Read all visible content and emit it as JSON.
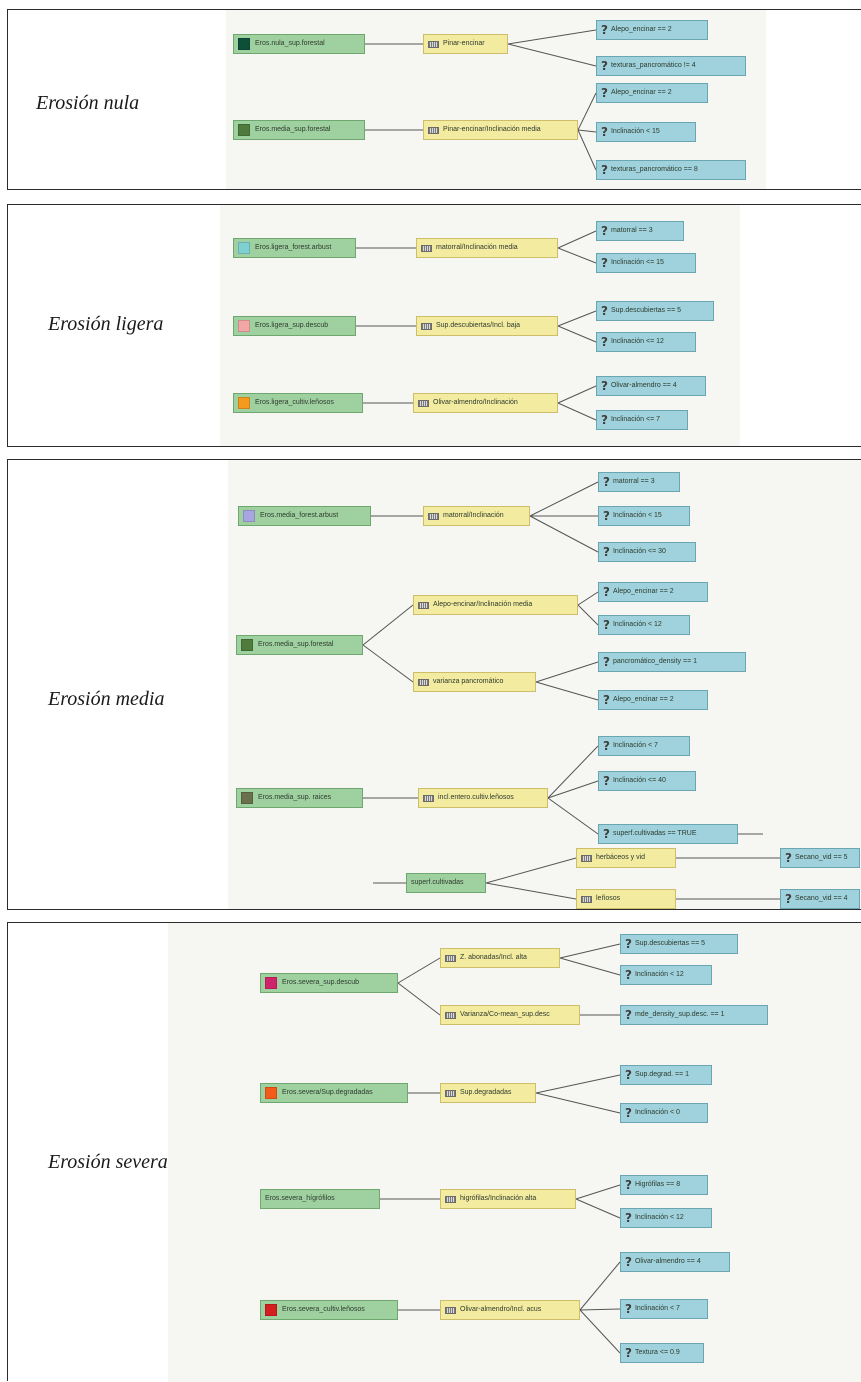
{
  "sections": [
    {
      "label": "Erosión nula",
      "nodes": [
        {
          "type": "class",
          "text": "Eros.nula_sup.forestal",
          "swatch": "#0e4f3a"
        },
        {
          "type": "rule",
          "text": "Pinar-encinar"
        },
        {
          "type": "cond",
          "text": "Alepo_encinar == 2"
        },
        {
          "type": "cond",
          "text": "texturas_pancromático != 4"
        },
        {
          "type": "class",
          "text": "Eros.media_sup.forestal",
          "swatch": "#4f7c3d"
        },
        {
          "type": "rule",
          "text": "Pinar-encinar/Inclinación media"
        },
        {
          "type": "cond",
          "text": "Alepo_encinar == 2"
        },
        {
          "type": "cond",
          "text": "Inclinación < 15"
        },
        {
          "type": "cond",
          "text": "texturas_pancromático == 8"
        }
      ]
    },
    {
      "label": "Erosión ligera",
      "nodes": [
        {
          "type": "class",
          "text": "Eros.ligera_forest.arbust",
          "swatch": "#7fd0d0"
        },
        {
          "type": "rule",
          "text": "matorral/Inclinación media"
        },
        {
          "type": "cond",
          "text": "matorral == 3"
        },
        {
          "type": "cond",
          "text": "Inclinación <= 15"
        },
        {
          "type": "class",
          "text": "Eros.ligera_sup.descub",
          "swatch": "#f2a7a7"
        },
        {
          "type": "rule",
          "text": "Sup.descubiertas/Incl. baja"
        },
        {
          "type": "cond",
          "text": "Sup.descubiertas == 5"
        },
        {
          "type": "cond",
          "text": "Inclinación <= 12"
        },
        {
          "type": "class",
          "text": "Eros.ligera_cultiv.leñosos",
          "swatch": "#f39a1f"
        },
        {
          "type": "rule",
          "text": "Olivar-almendro/Inclinación"
        },
        {
          "type": "cond",
          "text": "Olivar-almendro == 4"
        },
        {
          "type": "cond",
          "text": "Inclinación <= 7"
        }
      ]
    },
    {
      "label": "Erosión media",
      "nodes": [
        {
          "type": "class",
          "text": "Eros.media_forest.arbust",
          "swatch": "#a8a6e0"
        },
        {
          "type": "rule",
          "text": "matorral/Inclinación"
        },
        {
          "type": "cond",
          "text": "matorral == 3"
        },
        {
          "type": "cond",
          "text": "Inclinación < 15"
        },
        {
          "type": "cond",
          "text": "Inclinación <= 30"
        },
        {
          "type": "class",
          "text": "Eros.media_sup.forestal",
          "swatch": "#4f7c3d"
        },
        {
          "type": "rule",
          "text": "Alepo-encinar/Inclinación media"
        },
        {
          "type": "rule",
          "text": "varianza pancromático"
        },
        {
          "type": "cond",
          "text": "Alepo_encinar == 2"
        },
        {
          "type": "cond",
          "text": "Inclinación < 12"
        },
        {
          "type": "cond",
          "text": "pancromático_density == 1"
        },
        {
          "type": "cond",
          "text": "Alepo_encinar == 2"
        },
        {
          "type": "class",
          "text": "Eros.media_sup. raices",
          "swatch": "#6a6f4c"
        },
        {
          "type": "rule",
          "text": "incl.entero.cultiv.leñosos"
        },
        {
          "type": "cond",
          "text": "Inclinación < 7"
        },
        {
          "type": "cond",
          "text": "Inclinación <= 40"
        },
        {
          "type": "cond",
          "text": "superf.cultivadas == TRUE"
        },
        {
          "type": "class",
          "text": "superf.cultivadas",
          "swatch": ""
        },
        {
          "type": "rule",
          "text": "herbáceos y vid"
        },
        {
          "type": "rule",
          "text": "leñosos"
        },
        {
          "type": "cond",
          "text": "Secano_vid == 5"
        },
        {
          "type": "cond",
          "text": "Secano_vid == 4"
        }
      ]
    },
    {
      "label": "Erosión severa",
      "nodes": [
        {
          "type": "class",
          "text": "Eros.severa_sup.descub",
          "swatch": "#d0246a"
        },
        {
          "type": "rule",
          "text": "Z. abonadas/Incl. alta"
        },
        {
          "type": "rule",
          "text": "Varianza/Co-mean_sup.desc"
        },
        {
          "type": "cond",
          "text": "Sup.descubiertas == 5"
        },
        {
          "type": "cond",
          "text": "Inclinación < 12"
        },
        {
          "type": "cond",
          "text": "mde_density_sup.desc. == 1"
        },
        {
          "type": "class",
          "text": "Eros.severa/Sup.degradadas",
          "swatch": "#f25b1a"
        },
        {
          "type": "rule",
          "text": "Sup.degradadas"
        },
        {
          "type": "cond",
          "text": "Sup.degrad. == 1"
        },
        {
          "type": "cond",
          "text": "Inclinación < 0"
        },
        {
          "type": "class",
          "text": "Eros.severa_hígrófilos",
          "swatch": ""
        },
        {
          "type": "rule",
          "text": "higrófilas/Inclinación alta"
        },
        {
          "type": "cond",
          "text": "Higrófilas == 8"
        },
        {
          "type": "cond",
          "text": "Inclinación < 12"
        },
        {
          "type": "class",
          "text": "Eros.severa_cultiv.leñosos",
          "swatch": "#d41f1f"
        },
        {
          "type": "rule",
          "text": "Olivar-almendro/Incl. acus"
        },
        {
          "type": "cond",
          "text": "Olivar-almendro == 4"
        },
        {
          "type": "cond",
          "text": "Inclinación < 7"
        },
        {
          "type": "cond",
          "text": "Textura <= 0.9"
        }
      ]
    }
  ]
}
